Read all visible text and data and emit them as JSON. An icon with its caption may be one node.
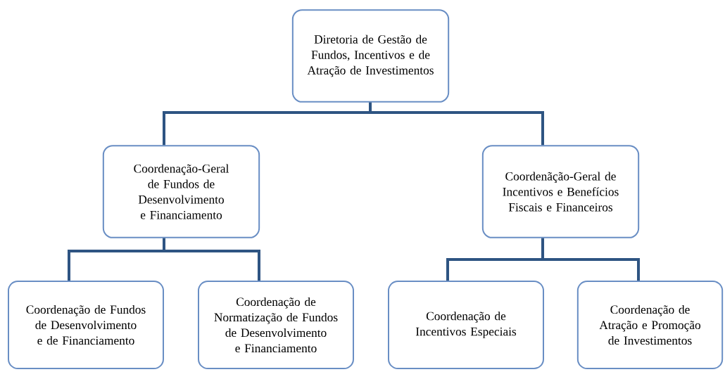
{
  "diagram": {
    "nodes": [
      {
        "text": [
          "Diretoria de Gestão de Fundos, Incentivos e de Atração de Investimentos"
        ]
      },
      {
        "text": [
          "Coordenação-Geral de Fundos de Desenvolvimento e Financiamento"
        ]
      },
      {
        "text": [
          "Coordenãção-Geral de Incentivos e Benefícios Fiscais e Financeiros"
        ]
      },
      {
        "text": [
          "Coordenação de Fundos de Desenvolvimento e de Financiamento"
        ]
      },
      {
        "text": [
          "Coordenação de Normatização de Fundos de Desenvolvimento e Financiamento"
        ]
      },
      {
        "text": [
          "Coordenação de Incentivos Especiais"
        ]
      },
      {
        "text": [
          "Coordenação de Atração e Promoção de Investimentos"
        ]
      }
    ],
    "edges": [
      {
        "from": 0,
        "to": 1,
        "arrow": "none"
      },
      {
        "from": 0,
        "to": 2,
        "arrow": "none"
      },
      {
        "from": 1,
        "to": 3,
        "arrow": "none"
      },
      {
        "from": 1,
        "to": 4,
        "arrow": "none"
      },
      {
        "from": 2,
        "to": 5,
        "arrow": "none"
      },
      {
        "from": 2,
        "to": 6,
        "arrow": "none"
      }
    ]
  }
}
